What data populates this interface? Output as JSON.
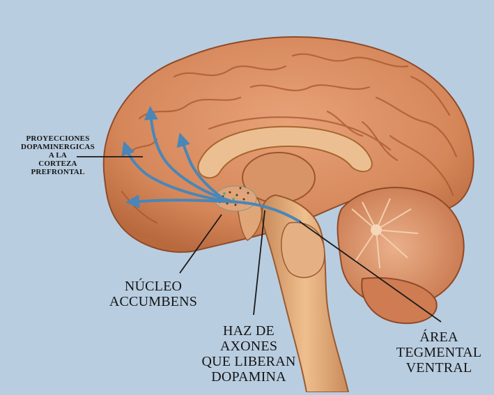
{
  "labels": {
    "projections": [
      "PROYECCIONES",
      "DOPAMINERGICAS",
      "A LA",
      "CORTEZA",
      "PREFRONTAL"
    ],
    "nucleus": [
      "NÚCLEO",
      "ACCUMBENS"
    ],
    "axons": [
      "HAZ DE",
      "AXONES",
      "QUE LIBERAN",
      "DOPAMINA"
    ],
    "vta": [
      "ÁREA",
      "TEGMENTAL",
      "VENTRAL"
    ]
  },
  "colors": {
    "background": "#b9cde0",
    "cortex": "#d98a5c",
    "cortex_shadow": "#a8562f",
    "cerebellum": "#d48a60",
    "brainstem": "#e2ab78",
    "corpus_callosum": "#eab98a",
    "pathway": "#4a86b8",
    "label_text": "#141414"
  }
}
